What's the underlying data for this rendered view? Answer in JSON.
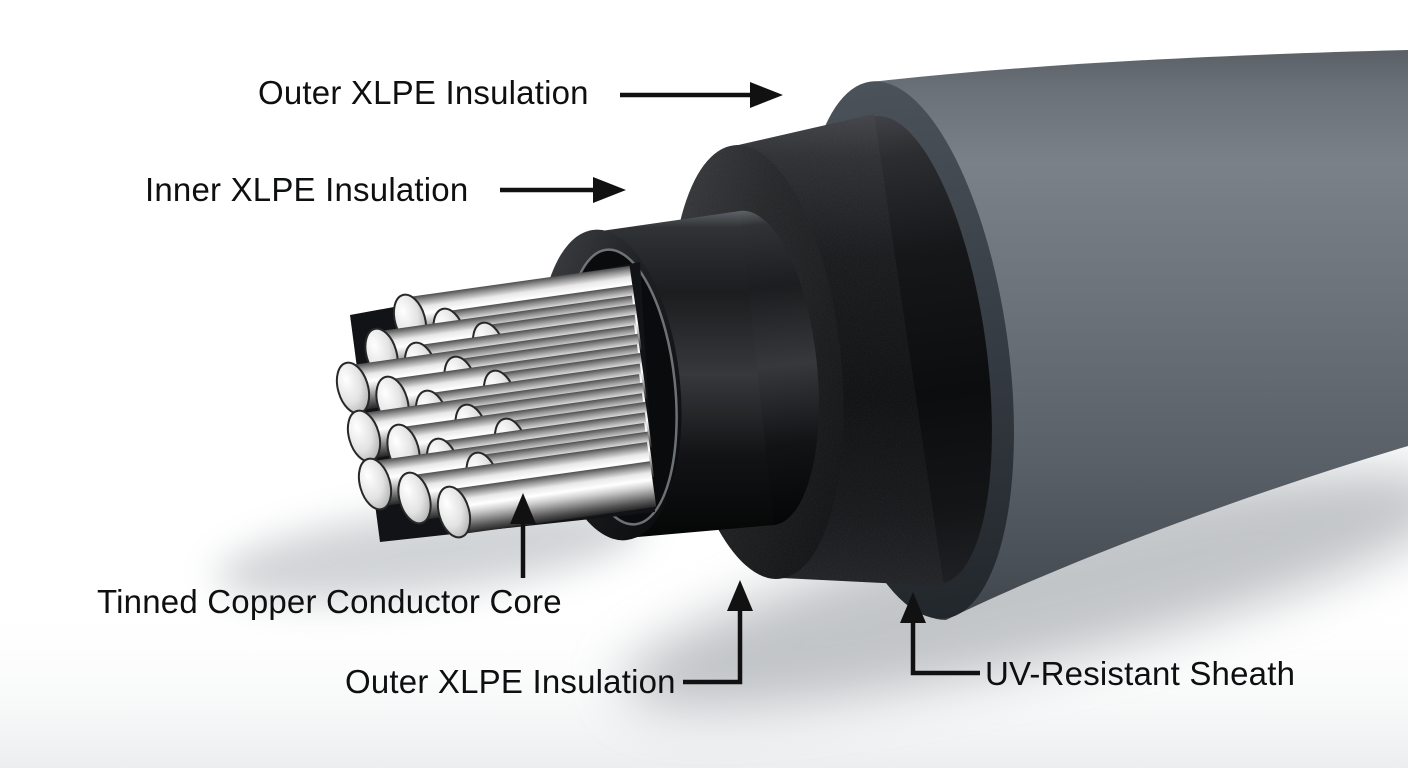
{
  "diagram": {
    "subject": "xlpe-cable-cutaway",
    "background_color": "#ffffff",
    "annotation_color": "#111111",
    "labels": [
      {
        "id": "outer-xlpe-top",
        "text": "Outer XLPE Insulation",
        "arrow": "right"
      },
      {
        "id": "inner-xlpe",
        "text": "Inner XLPE Insulation",
        "arrow": "right"
      },
      {
        "id": "tinned-copper-core",
        "text": "Tinned Copper Conductor Core",
        "arrow": "up"
      },
      {
        "id": "outer-xlpe-bottom",
        "text": "Outer XLPE Insulation",
        "arrow": "up-elbow"
      },
      {
        "id": "uv-sheath",
        "text": "UV-Resistant Sheath",
        "arrow": "up-elbow"
      }
    ],
    "parts": [
      {
        "name": "tinned-copper-conductor-core",
        "color": "#e0e0e0"
      },
      {
        "name": "inner-xlpe-insulation",
        "color": "#1a1c1e"
      },
      {
        "name": "outer-xlpe-insulation",
        "color": "#121315"
      },
      {
        "name": "uv-resistant-sheath",
        "color": "#696f76"
      },
      {
        "name": "sheath-cut-rim",
        "color": "#373d44"
      }
    ]
  }
}
